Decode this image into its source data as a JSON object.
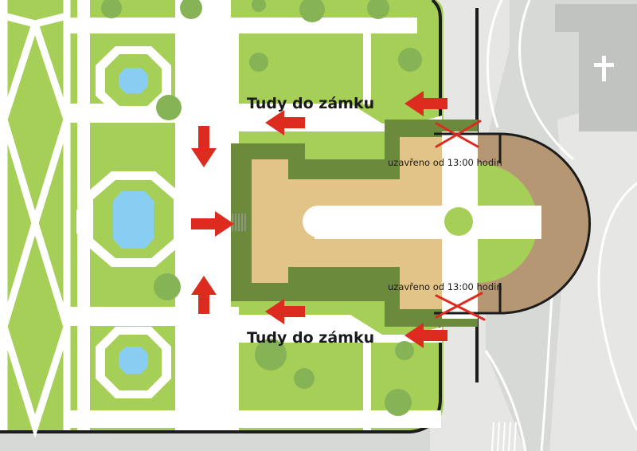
{
  "labels": {
    "entrance_north": "Tudy do zámku",
    "entrance_south": "Tudy do zámku",
    "closed_north": "uzavřeno od 13:00 hodin",
    "closed_south": "uzavřeno od 13:00 hodin"
  },
  "icons": {
    "church": "cross-icon",
    "closed": "red-x-icon",
    "direction": "red-arrow-icon"
  },
  "colors": {
    "lawn": "#a6cf58",
    "path": "#ffffff",
    "chateau": "#e3c488",
    "chateau_courtyard_wall": "#6b8a3c",
    "rotunda": "#b59873",
    "pond": "#87cef2",
    "street": "#d7d9d6",
    "fence": "#1c1c1c",
    "arrow": "#dd2c1f",
    "church": "#c1c3c0"
  }
}
